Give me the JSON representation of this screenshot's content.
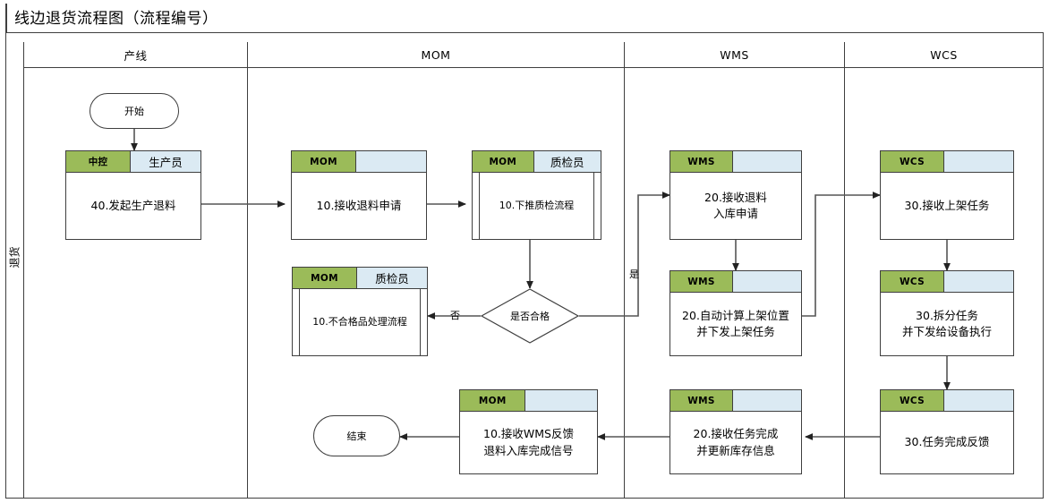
{
  "diagram": {
    "title": "线边退货流程图（流程编号）",
    "pool_label": "退货",
    "lanes": [
      {
        "id": "lane-chanxian",
        "label": "产线"
      },
      {
        "id": "lane-mom",
        "label": "MOM"
      },
      {
        "id": "lane-wms",
        "label": "WMS"
      },
      {
        "id": "lane-wcs",
        "label": "WCS"
      }
    ],
    "colors": {
      "system_tag_bg": "#9bbb59",
      "role_tag_bg": "#dbeaf3",
      "line": "#3f3f3f",
      "canvas": "#ffffff"
    },
    "nodes": [
      {
        "id": "start",
        "type": "terminator",
        "lane": "产线",
        "text": "开始"
      },
      {
        "id": "n40",
        "type": "task",
        "lane": "产线",
        "system": "中控",
        "role": "生产员",
        "text": "40.发起生产退料"
      },
      {
        "id": "n10-recv",
        "type": "task",
        "lane": "MOM",
        "system": "MOM",
        "role": "",
        "text": "10.接收退料申请"
      },
      {
        "id": "n10-push",
        "type": "subprocess",
        "lane": "MOM",
        "system": "MOM",
        "role": "质检员",
        "text": "10.下推质检流程"
      },
      {
        "id": "d-qualified",
        "type": "decision",
        "lane": "MOM",
        "text": "是否合格"
      },
      {
        "id": "n10-ng",
        "type": "subprocess",
        "lane": "MOM",
        "system": "MOM",
        "role": "质检员",
        "text": "10.不合格品处理流程"
      },
      {
        "id": "n10-fb",
        "type": "task",
        "lane": "MOM",
        "system": "MOM",
        "role": "",
        "text_lines": [
          "10.接收WMS反馈",
          "退料入库完成信号"
        ]
      },
      {
        "id": "end",
        "type": "terminator",
        "lane": "MOM",
        "text": "结束"
      },
      {
        "id": "n20-recv",
        "type": "task",
        "lane": "WMS",
        "system": "WMS",
        "role": "",
        "text_lines": [
          "20.接收退料",
          "入库申请"
        ]
      },
      {
        "id": "n20-calc",
        "type": "task",
        "lane": "WMS",
        "system": "WMS",
        "role": "",
        "text_lines": [
          "20.自动计算上架位置",
          "并下发上架任务"
        ]
      },
      {
        "id": "n20-done",
        "type": "task",
        "lane": "WMS",
        "system": "WMS",
        "role": "",
        "text_lines": [
          "20.接收任务完成",
          "并更新库存信息"
        ]
      },
      {
        "id": "n30-recv",
        "type": "task",
        "lane": "WCS",
        "system": "WCS",
        "role": "",
        "text": "30.接收上架任务"
      },
      {
        "id": "n30-split",
        "type": "task",
        "lane": "WCS",
        "system": "WCS",
        "role": "",
        "text_lines": [
          "30.拆分任务",
          "并下发给设备执行"
        ]
      },
      {
        "id": "n30-fb",
        "type": "task",
        "lane": "WCS",
        "system": "WCS",
        "role": "",
        "text": "30.任务完成反馈"
      }
    ],
    "edge_labels": {
      "yes": "是",
      "no": "否"
    }
  }
}
